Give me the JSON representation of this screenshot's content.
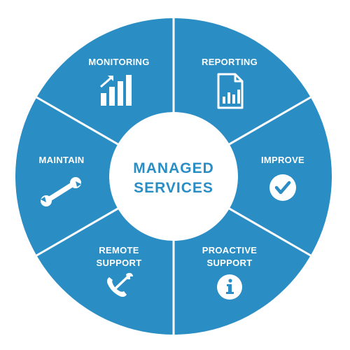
{
  "center": {
    "line1": "MANAGED",
    "line2": "SERVICES"
  },
  "segments": [
    {
      "line1": "MONITORING",
      "line2": "",
      "icon": "bar-chart-trend-icon"
    },
    {
      "line1": "REPORTING",
      "line2": "",
      "icon": "report-document-icon"
    },
    {
      "line1": "IMPROVE",
      "line2": "",
      "icon": "checkmark-circle-icon"
    },
    {
      "line1": "PROACTIVE",
      "line2": "SUPPORT",
      "icon": "info-circle-icon"
    },
    {
      "line1": "REMOTE",
      "line2": "SUPPORT",
      "icon": "phone-wrench-icon"
    },
    {
      "line1": "MAINTAIN",
      "line2": "",
      "icon": "wrench-icon"
    }
  ],
  "colors": {
    "ring": "#2a8dc4",
    "divider": "#ffffff",
    "center_fill": "#ffffff",
    "center_text": "#2a8dc4",
    "icon": "#ffffff"
  }
}
